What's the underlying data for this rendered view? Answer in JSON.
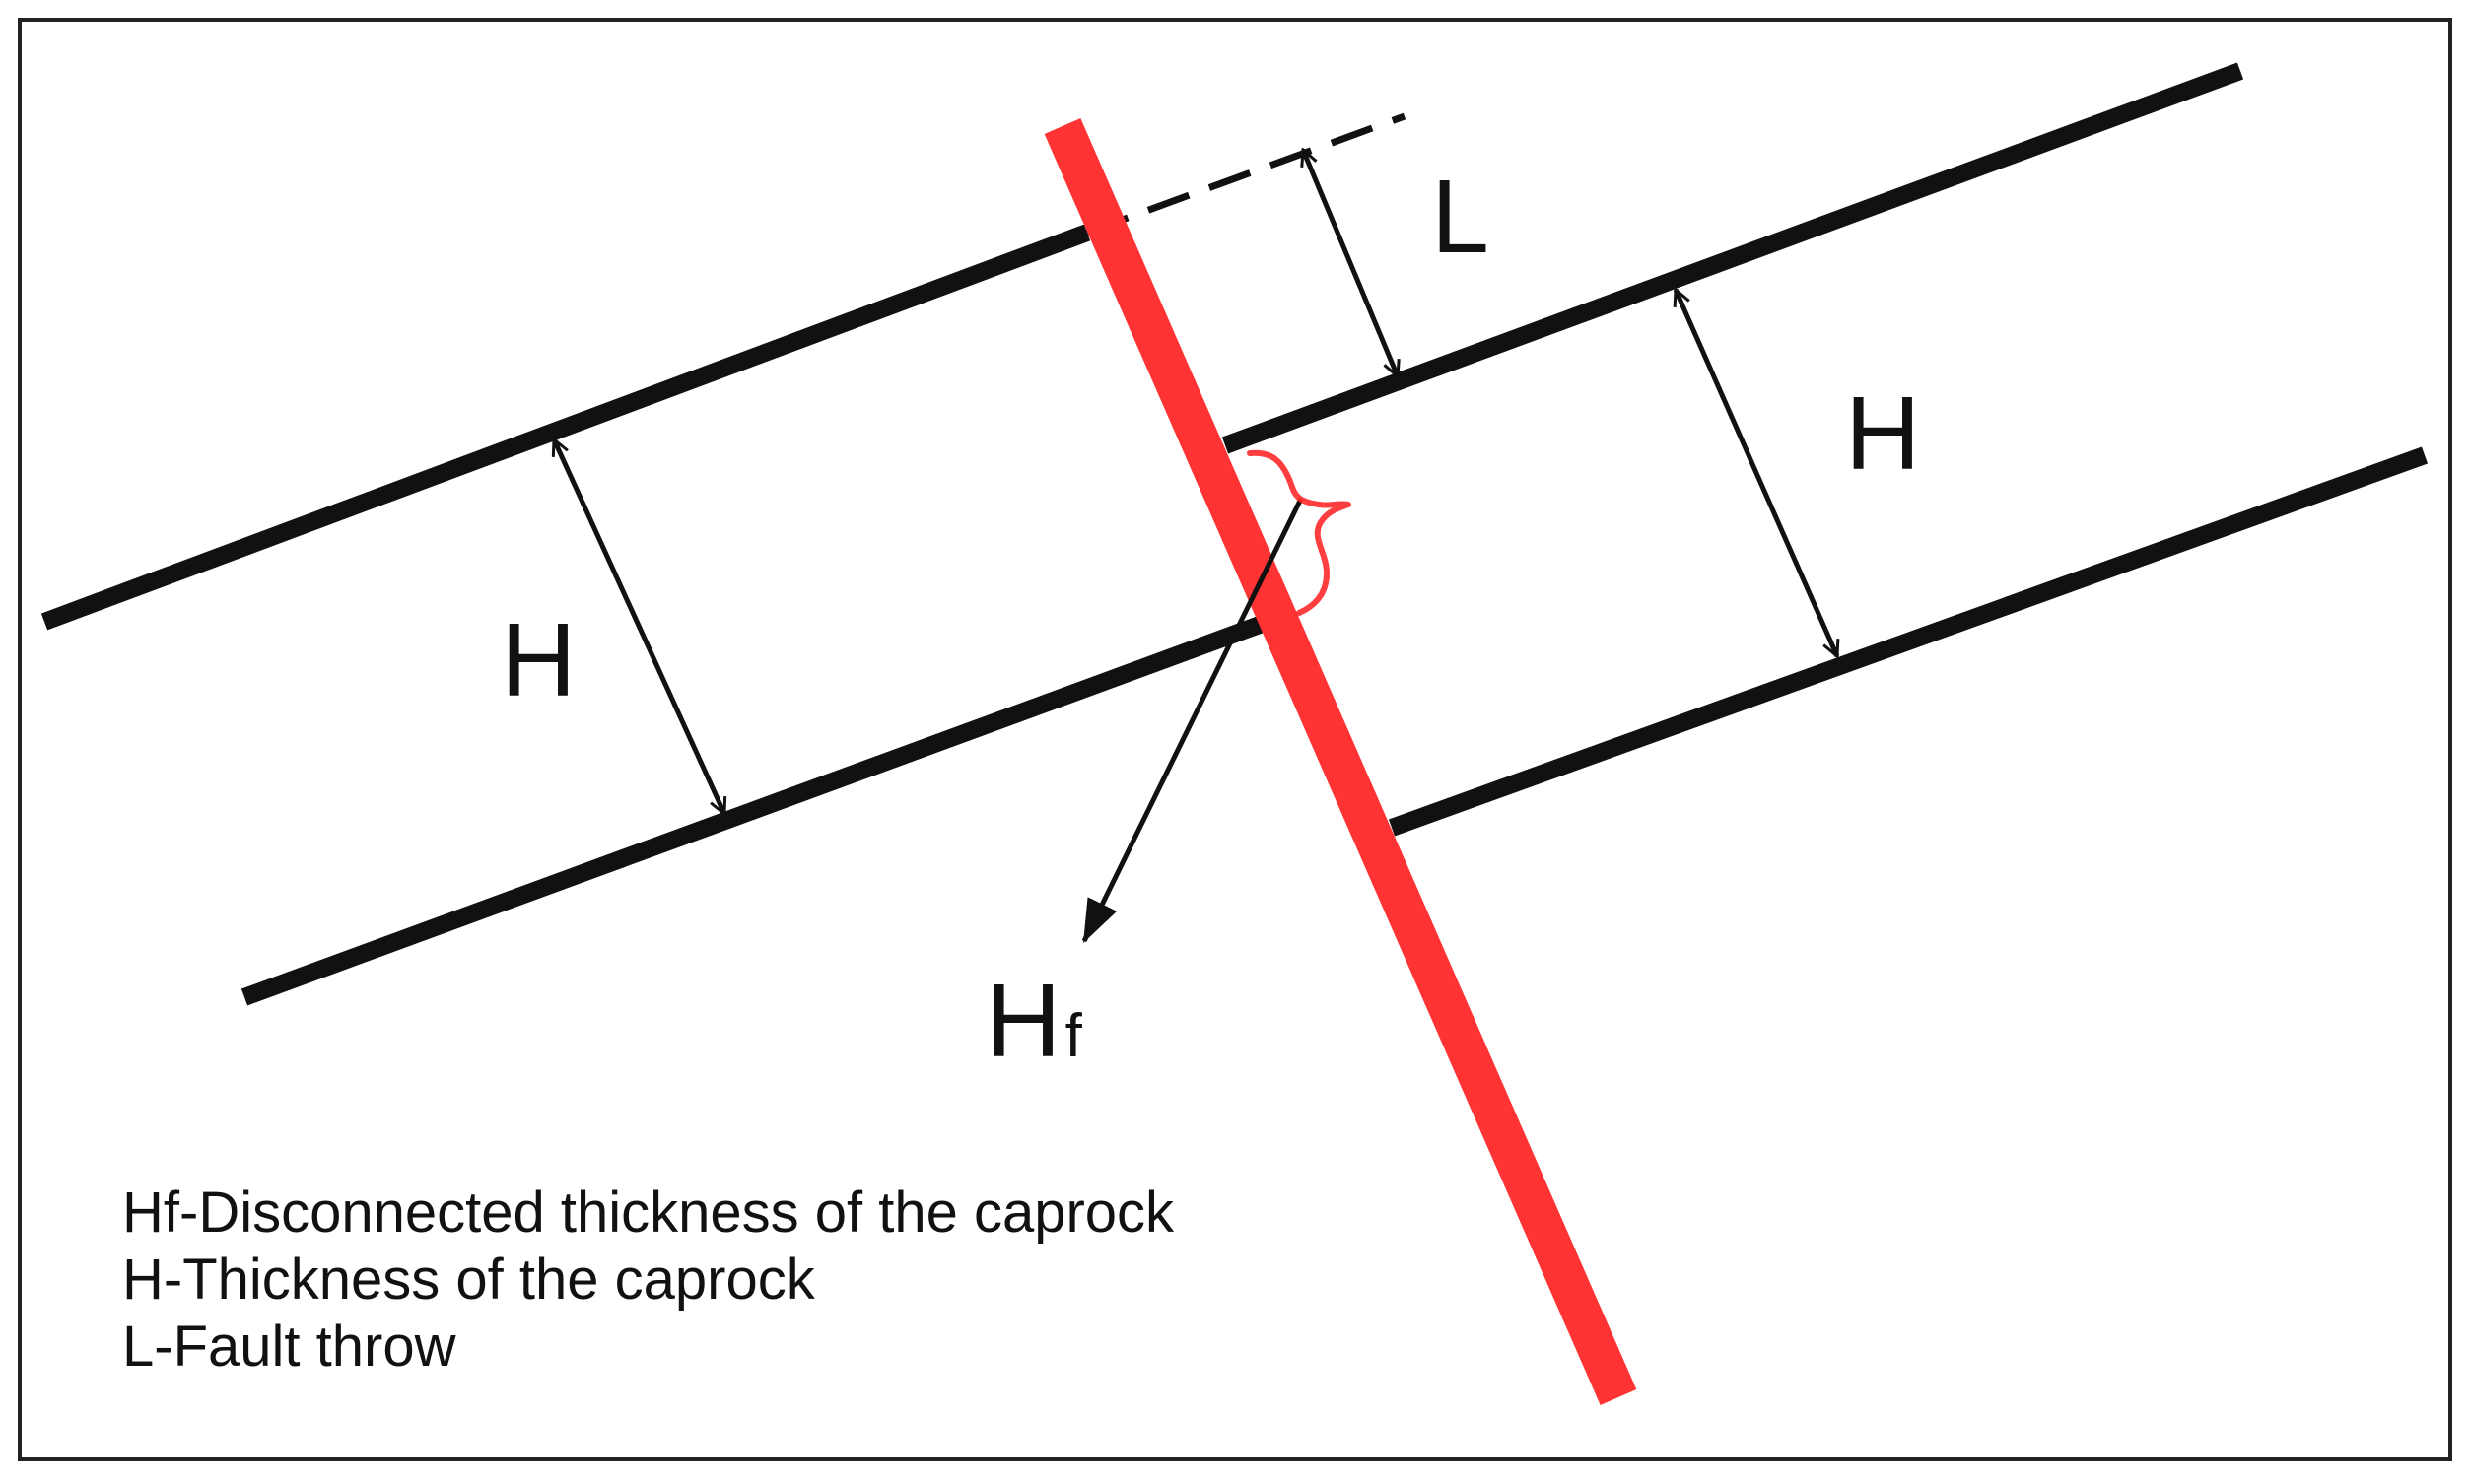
{
  "labels": {
    "L": "L",
    "H_left": "H",
    "H_right": "H",
    "Hf_main": "H",
    "Hf_sub": "f"
  },
  "legend": [
    {
      "text": "Hf-Disconnected thickness of the caprock"
    },
    {
      "text": "H-Thickness of the caprock"
    },
    {
      "text": "L-Fault throw"
    }
  ],
  "colors": {
    "fault": "#ff3333",
    "strata": "#111111",
    "bracket": "#ff2a2a",
    "frame": "#222222",
    "background": "#ffffff"
  }
}
